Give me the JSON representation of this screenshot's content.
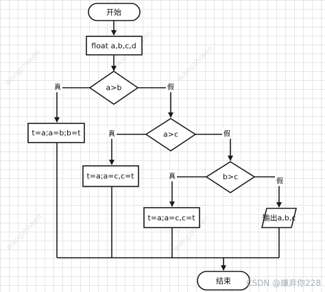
{
  "flowchart": {
    "start": "开始",
    "declare": "float a,b,c,d",
    "cond1": "a>b",
    "swap1": "t=a;a=b;b=t",
    "cond2": "a>c",
    "swap2": "t=a;a=c,c=t",
    "cond3": "b>c",
    "swap3": "t=a;a=c,c=t",
    "output": "输出a,b,c",
    "end": "结束",
    "yes_label": "真",
    "no_label": "假"
  },
  "watermark": "wangzhiwen",
  "credit": "CSDN @嫌弃你228",
  "colors": {
    "stroke": "#1a1a1a",
    "grid": "#e6e6e6",
    "credit": "#aab0b8"
  }
}
